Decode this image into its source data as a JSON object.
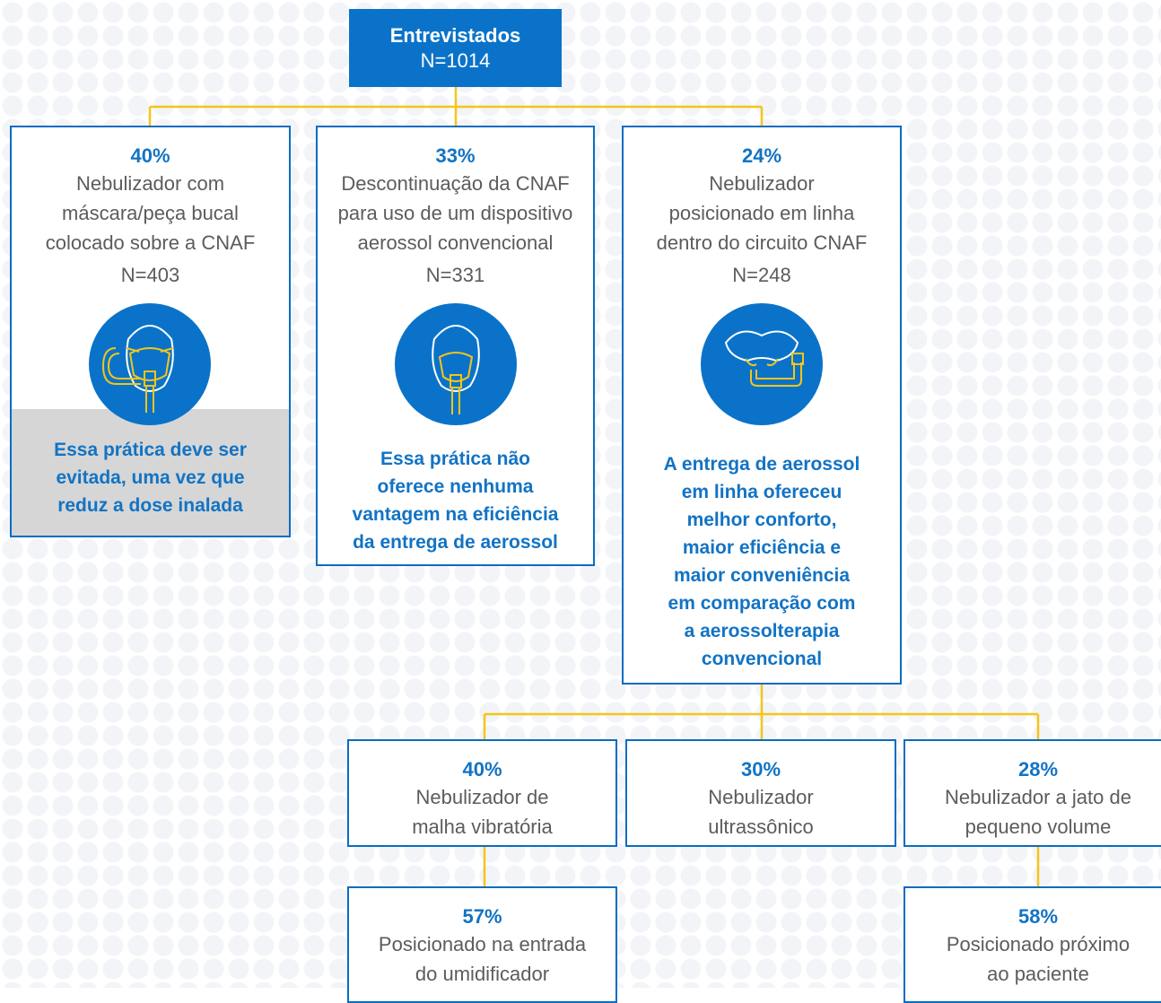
{
  "root": {
    "title": "Entrevistados",
    "n": "N=1014"
  },
  "branches": [
    {
      "pct": "40%",
      "desc": [
        "Nebulizador com",
        "máscara/peça bucal",
        "colocado sobre a CNAF"
      ],
      "n": "N=403",
      "icon": "face-mask-nebulizer-icon",
      "note": [
        "Essa prática deve ser",
        "evitada, uma vez que",
        "reduz a dose inalada"
      ]
    },
    {
      "pct": "33%",
      "desc": [
        "Descontinuação da CNAF",
        "para uso de um dispositivo",
        "aerossol convencional"
      ],
      "n": "N=331",
      "icon": "face-aerosol-mask-icon",
      "note": [
        "Essa prática não",
        "oferece nenhuma",
        "vantagem na eficiência",
        "da entrega de aerossol"
      ]
    },
    {
      "pct": "24%",
      "desc": [
        "Nebulizador",
        "posicionado em linha",
        "dentro do circuito CNAF"
      ],
      "n": "N=248",
      "icon": "nasal-cannula-inline-icon",
      "note": [
        "A entrega de aerossol",
        "em linha ofereceu",
        "melhor conforto,",
        "maior eficiência e",
        "maior conveniência",
        "em comparação com",
        "a aerossolterapia",
        "convencional"
      ]
    }
  ],
  "sub_branches": [
    {
      "pct": "40%",
      "desc": [
        "Nebulizador de",
        "malha vibratória"
      ]
    },
    {
      "pct": "30%",
      "desc": [
        "Nebulizador",
        "ultrassônico"
      ]
    },
    {
      "pct": "28%",
      "desc": [
        "Nebulizador a jato de",
        "pequeno volume"
      ]
    }
  ],
  "leaves": [
    {
      "pct": "57%",
      "desc": [
        "Posicionado na entrada",
        "do umidificador"
      ]
    },
    {
      "pct": "58%",
      "desc": [
        "Posicionado próximo",
        "ao paciente"
      ]
    }
  ],
  "colors": {
    "accent": "#0a73c9",
    "connector": "#f5c518",
    "note_band": "#d6d6d6"
  }
}
